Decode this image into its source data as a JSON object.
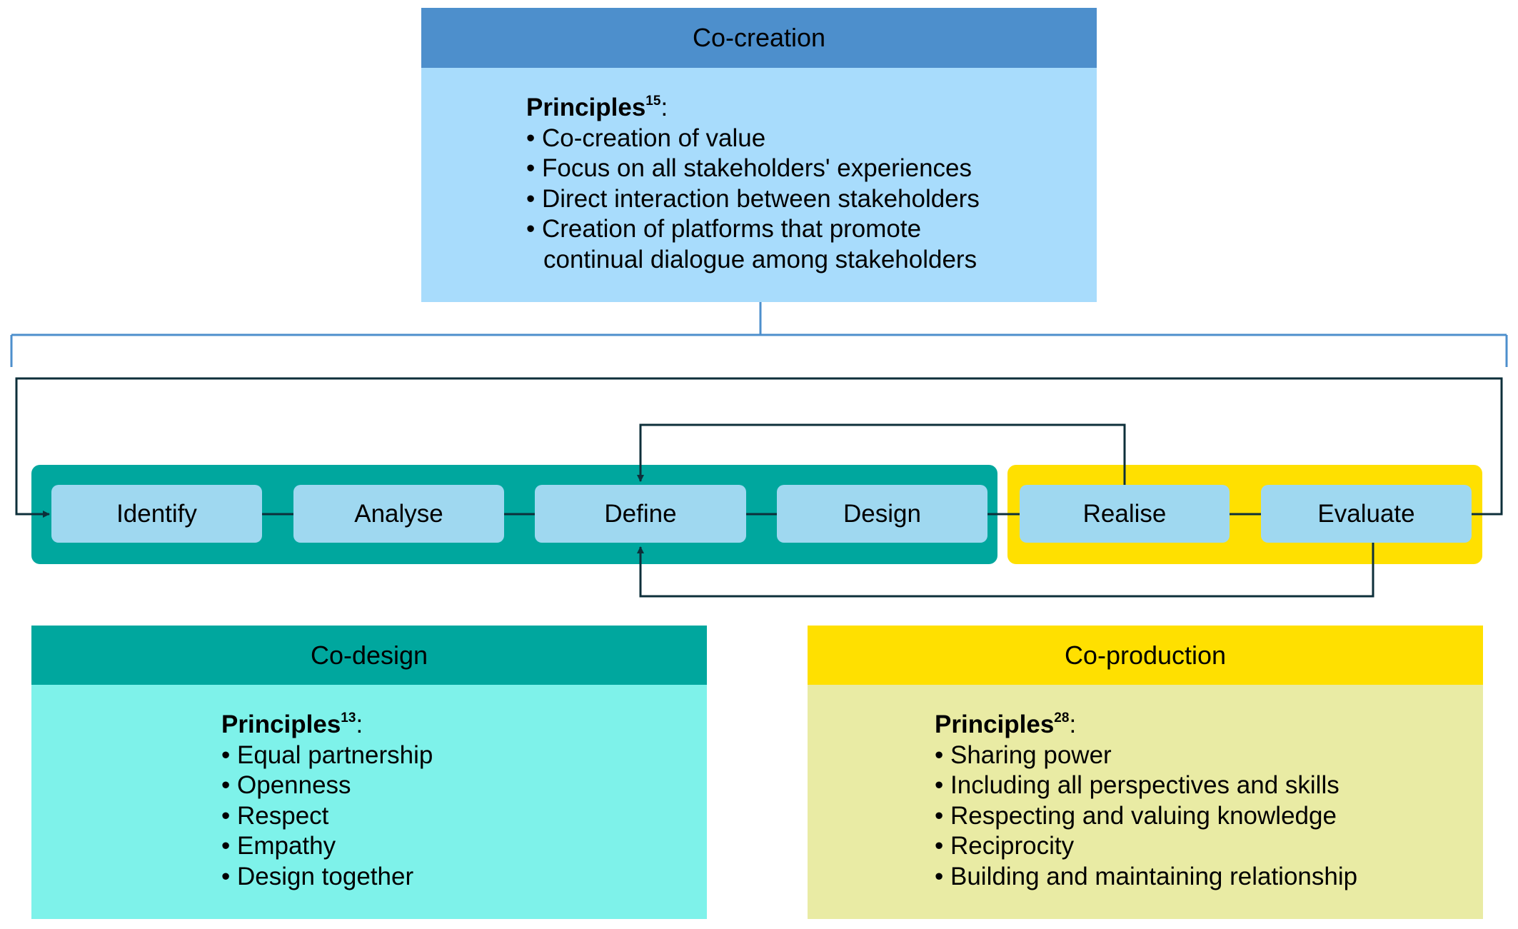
{
  "colors": {
    "cocreation_header": "#4d8fcc",
    "cocreation_body": "#a8dcfc",
    "codesign_header": "#00a79e",
    "codesign_body": "#7ef2ea",
    "coproduction_header": "#ffe000",
    "coproduction_body": "#e9eba4",
    "teal_band": "#00a79e",
    "yellow_band": "#ffe000",
    "step_fill": "#9fd8f0",
    "bracket_line": "#4d8fcc",
    "arrow_line": "#0d2f3a"
  },
  "cocreation": {
    "title": "Co-creation",
    "principles_label": "Principles",
    "principles_ref": "15",
    "colon": ":",
    "items": [
      "Co-creation of value",
      "Focus on all stakeholders' experiences",
      "Direct interaction between stakeholders",
      "Creation of platforms that promote"
    ],
    "item_continuation": "continual dialogue among stakeholders"
  },
  "process": {
    "steps": [
      "Identify",
      "Analyse",
      "Define",
      "Design",
      "Realise",
      "Evaluate"
    ]
  },
  "codesign": {
    "title": "Co-design",
    "principles_label": "Principles",
    "principles_ref": "13",
    "colon": ":",
    "items": [
      "Equal partnership",
      "Openness",
      "Respect",
      "Empathy",
      "Design together"
    ]
  },
  "coproduction": {
    "title": "Co-production",
    "principles_label": "Principles",
    "principles_ref": "28",
    "colon": ":",
    "items": [
      "Sharing power",
      "Including all perspectives and skills",
      "Respecting and valuing knowledge",
      "Reciprocity",
      "Building and maintaining relationship"
    ]
  },
  "bullet_glyph": "•"
}
